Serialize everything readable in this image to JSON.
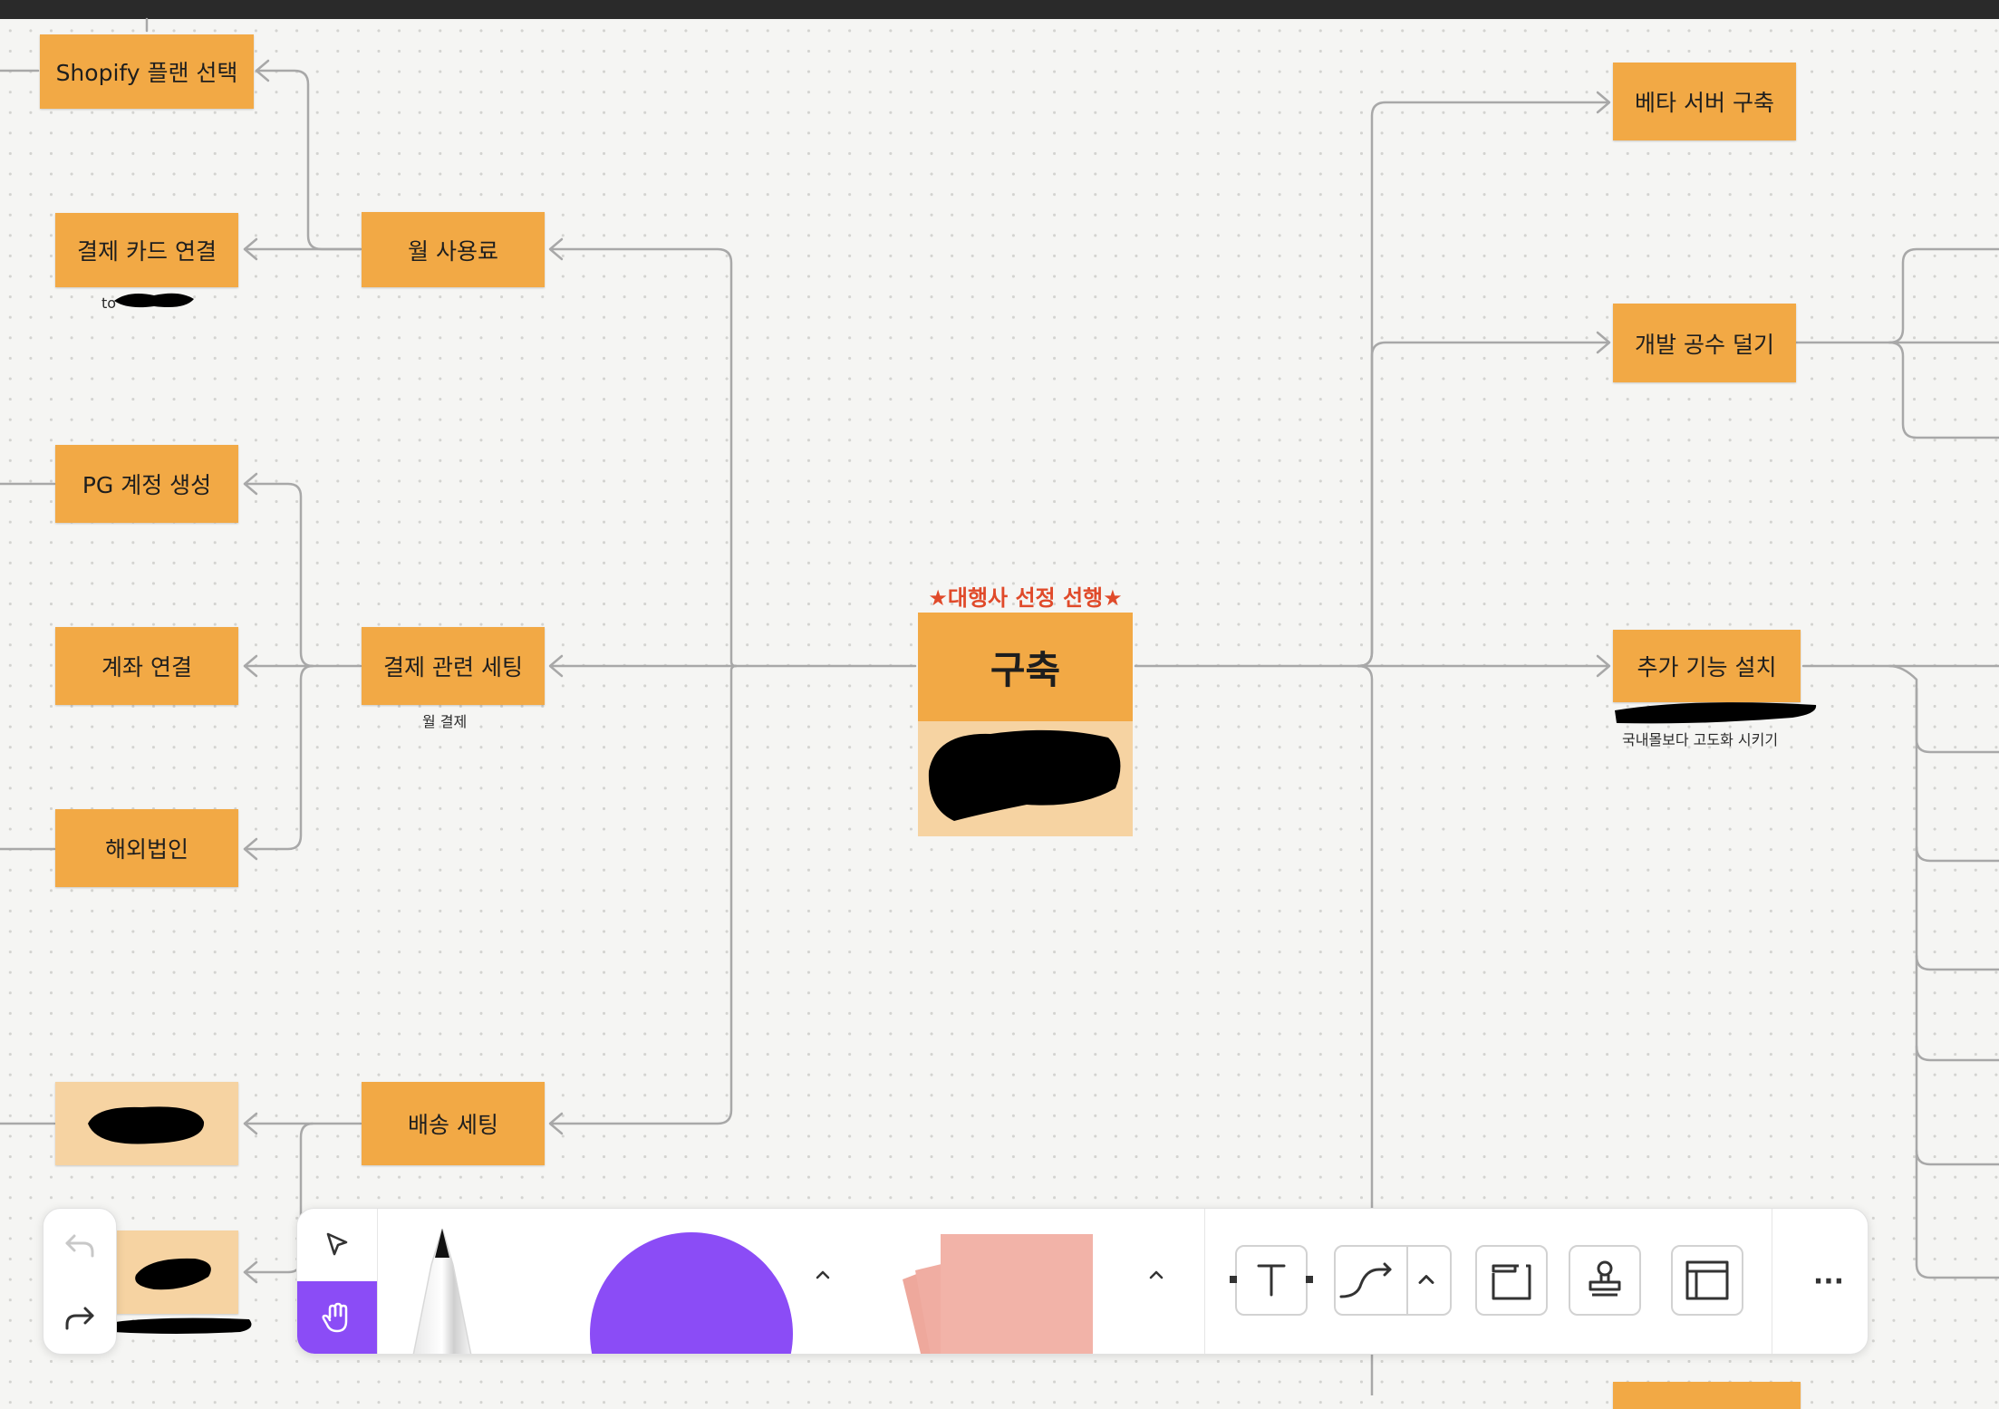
{
  "nodes": {
    "shopify_plan": "Shopify 플랜 선택",
    "card_link": "결제 카드 연결",
    "monthly_fee": "월 사용료",
    "pg_account": "PG 계정 생성",
    "account_link": "계좌 연결",
    "payment_setup": "결제 관련 세팅",
    "overseas_corp": "해외법인",
    "shipping_setup": "배송 세팅",
    "beta_server": "베타 서버 구축",
    "reduce_dev": "개발 공수 덜기",
    "extra_features": "추가 기능 설치"
  },
  "notes": {
    "card_link_note": "to",
    "payment_note": "월 결제",
    "extra_note": "국내몰보다 고도화 시키기"
  },
  "center": {
    "tag": "★대행사 선정 선행★",
    "title": "구축"
  },
  "colors": {
    "node": "#f2a945",
    "node_light": "#f6d3a2",
    "accent_tag": "#e04a2a",
    "hand_tool_bg": "#8b4cf6",
    "sticky_pink": "#f2b3a8",
    "connector": "#a8a8a8"
  },
  "toolbar": {
    "tools": [
      "undo-icon",
      "redo-icon",
      "select-icon",
      "hand-icon",
      "pen-icon",
      "color-circle",
      "sticky-note",
      "text-icon",
      "connector-icon",
      "shape-icon",
      "stamp-icon",
      "frame-icon",
      "more-icon"
    ],
    "more_label": "···"
  }
}
